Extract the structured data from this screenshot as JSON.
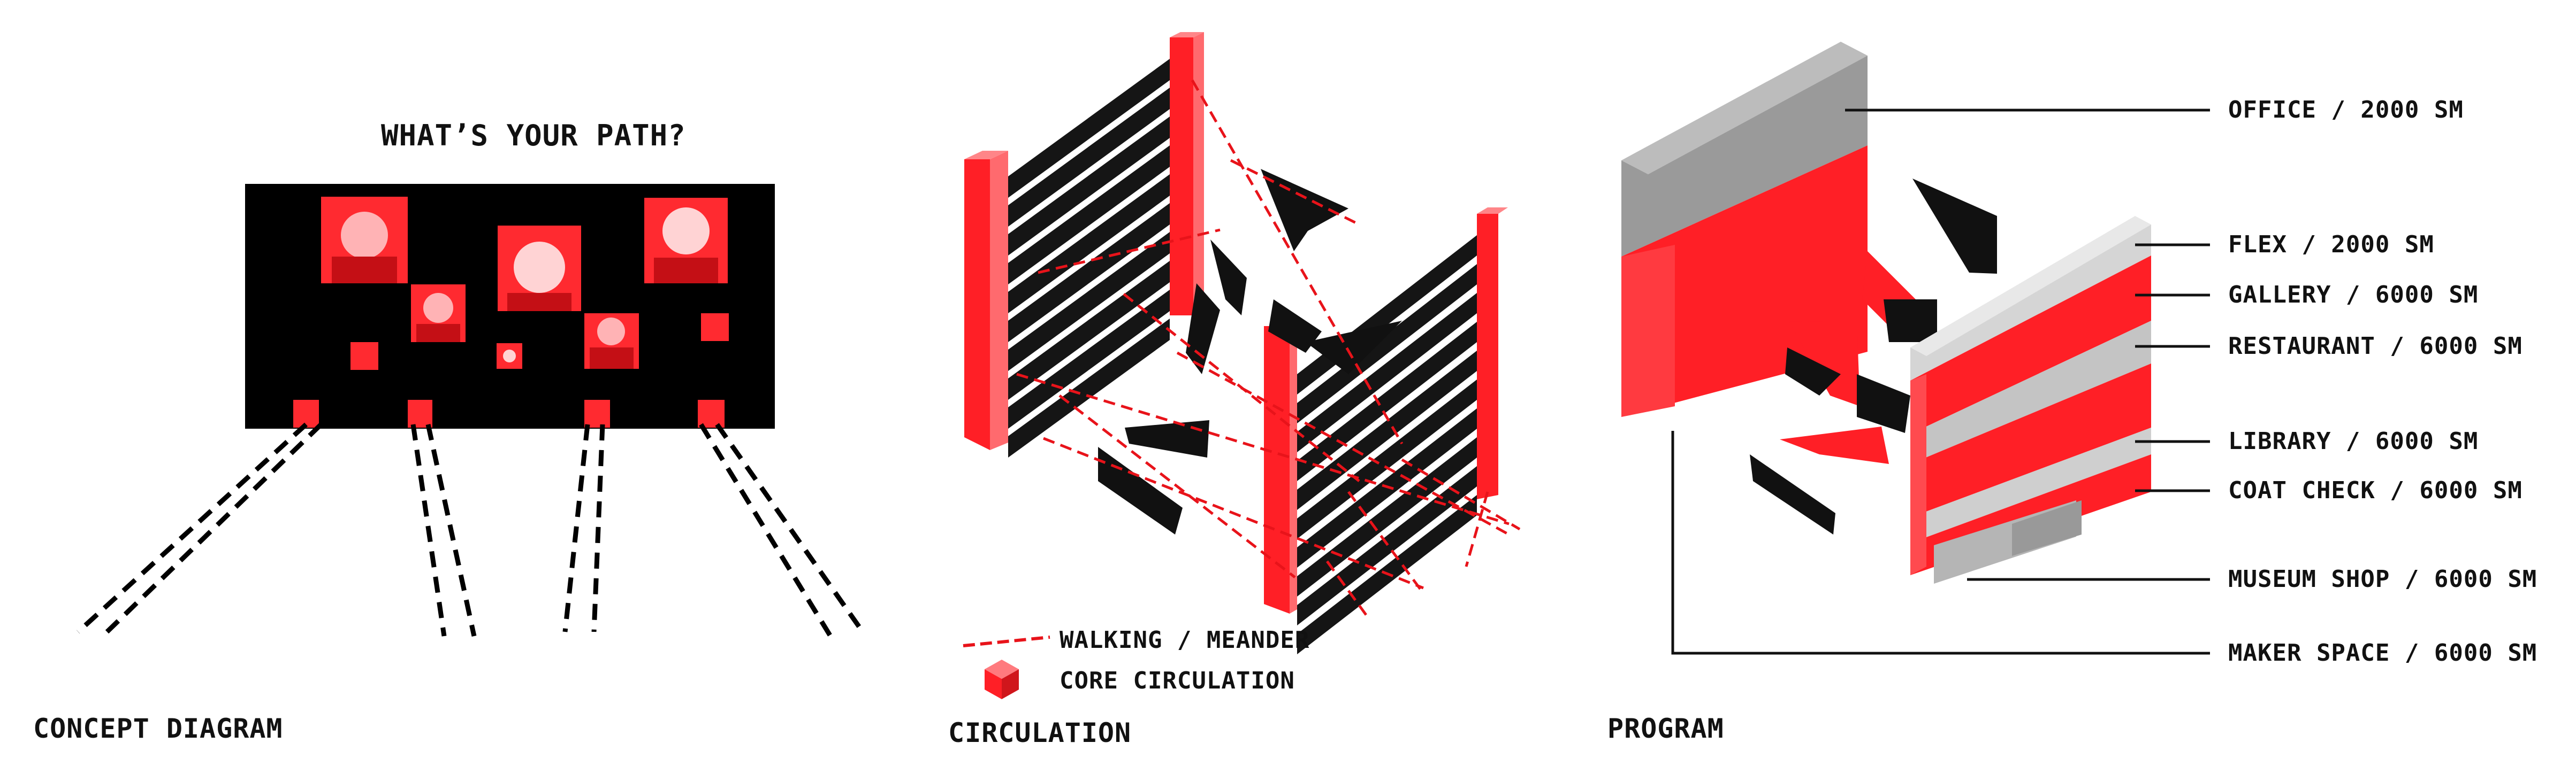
{
  "colors": {
    "red": "#ff1f26",
    "red_light": "#ff4a4f",
    "black": "#111111",
    "dark": "#1a1a1a",
    "gray": "#9b9b9b",
    "gray_mid": "#b5b5b5",
    "gray_light": "#dcdcdc"
  },
  "concept": {
    "question": "WHAT’S YOUR PATH?",
    "title": "CONCEPT DIAGRAM"
  },
  "circulation": {
    "title": "CIRCULATION",
    "legend": [
      {
        "label": "WALKING / MEANDER",
        "icon": "dashed-red-line-icon"
      },
      {
        "label": "CORE CIRCULATION",
        "icon": "red-cube-icon"
      }
    ]
  },
  "program": {
    "title": "PROGRAM",
    "labels": [
      "OFFICE / 2000 SM",
      "FLEX / 2000 SM",
      "GALLERY / 6000 SM",
      "RESTAURANT / 6000 SM",
      "LIBRARY / 6000 SM",
      "COAT CHECK / 6000 SM",
      "MUSEUM SHOP / 6000 SM",
      "MAKER SPACE / 6000 SM"
    ]
  }
}
